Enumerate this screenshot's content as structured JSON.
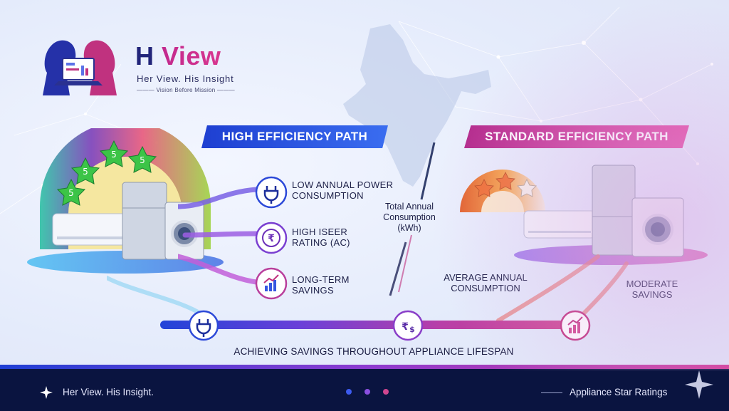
{
  "brand": {
    "title_main": "H ",
    "title_accent": "View",
    "tagline": "Her View. His Insight",
    "motto": "Vision Before Mission"
  },
  "high_path": {
    "banner": "HIGH EFFICIENCY PATH",
    "rating_badges": [
      "5",
      "5",
      "5",
      "5"
    ],
    "features": [
      {
        "line1": "LOW ANNUAL POWER",
        "line2": "CONSUMPTION",
        "icon": "plug-icon"
      },
      {
        "line1": "HIGH ISEER",
        "line2": "RATING (AC)",
        "icon": "rupee-icon"
      },
      {
        "line1": "LONG-TERM",
        "line2": "SAVINGS",
        "icon": "growth-chart-icon"
      }
    ]
  },
  "center": {
    "line1": "Total Annual",
    "line2": "Consumption",
    "line3": "(kWh)"
  },
  "standard_path": {
    "banner": "STANDARD EFFICIENCY PATH",
    "features": [
      {
        "line1": "AVERAGE ANNUAL",
        "line2": "CONSUMPTION"
      },
      {
        "line1": "MODERATE",
        "line2": "SAVINGS"
      }
    ]
  },
  "timeline": {
    "caption": "ACHIEVING SAVINGS THROUGHOUT APPLIANCE LIFESPAN",
    "nodes": [
      "plug-icon",
      "rupee-dollar-icon",
      "growth-chart-icon"
    ]
  },
  "footer": {
    "left": "Her View. His Insight.",
    "right": "Appliance Star Ratings"
  },
  "colors": {
    "blue": "#1e3fd1",
    "magenta": "#d23a96",
    "purple": "#8c3bd0",
    "navy": "#0a1440"
  }
}
